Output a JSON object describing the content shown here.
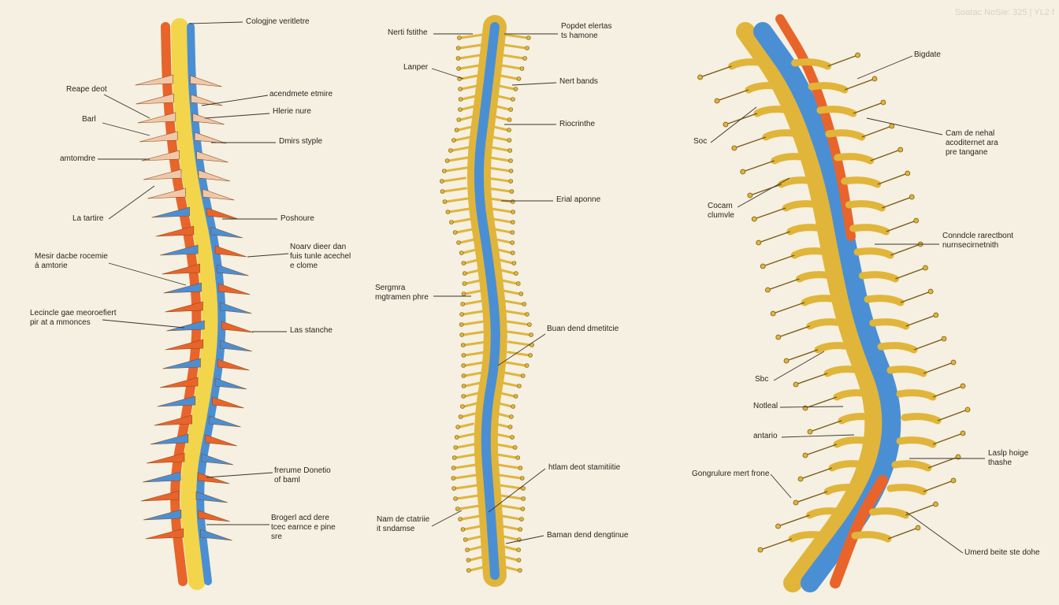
{
  "watermark": "Soatac NoSie: 325 | YL2 f",
  "colors": {
    "background": "#f5f0e1",
    "nerve_yellow": "#f2d54a",
    "nerve_blue": "#4a8fd4",
    "artery_red": "#e8642a",
    "bone": "#e0b53a",
    "bone_outline": "#7a5a14",
    "cartilage_pink": "#f0c8a8",
    "leader": "#3a342a"
  },
  "panels": {
    "left": {
      "labels": [
        "Cologjne veritletre",
        "Reape deot",
        "Barl",
        "amtomdre",
        "La tartire",
        "Mesir dacbe rocemie\ná amtorie",
        "Lecincle gae meoroefiert\npir at a mmonces",
        "acendmete etmire",
        "Hlerie nure",
        "Dmirs styple",
        "Poshoure",
        "Noarv dieer dan\nfuis tunle acechel\ne clome",
        "Las stanche",
        "frerume Donetio\nof baml",
        "Brogerl acd dere\ntcec earnce e pine\nsre"
      ]
    },
    "middle": {
      "labels": [
        "Nerti fstithe",
        "Lanper",
        "Popdet elertas\nts hamone",
        "Nert bands",
        "Riocrinthe",
        "Erial aponne",
        "Sergmra\nmgtramen phre",
        "Buan dend dmetitcie",
        "htlam deot stamitiitie",
        "Nam de ctatriie\nit sndamse",
        "Baman dend dengtinue"
      ]
    },
    "right": {
      "labels": [
        "Bigdate",
        "Soc",
        "Cam de nehal\nacoditernet ara\npre tangane",
        "Cocam\nclumvle",
        "Conndcle rarectbont\nnurnsecirnetnith",
        "Sbc",
        "Notleal",
        "antario",
        "Gongrulure mert frone",
        "Laslp hoige\nthashe",
        "Umerd beite ste dohe"
      ]
    }
  }
}
